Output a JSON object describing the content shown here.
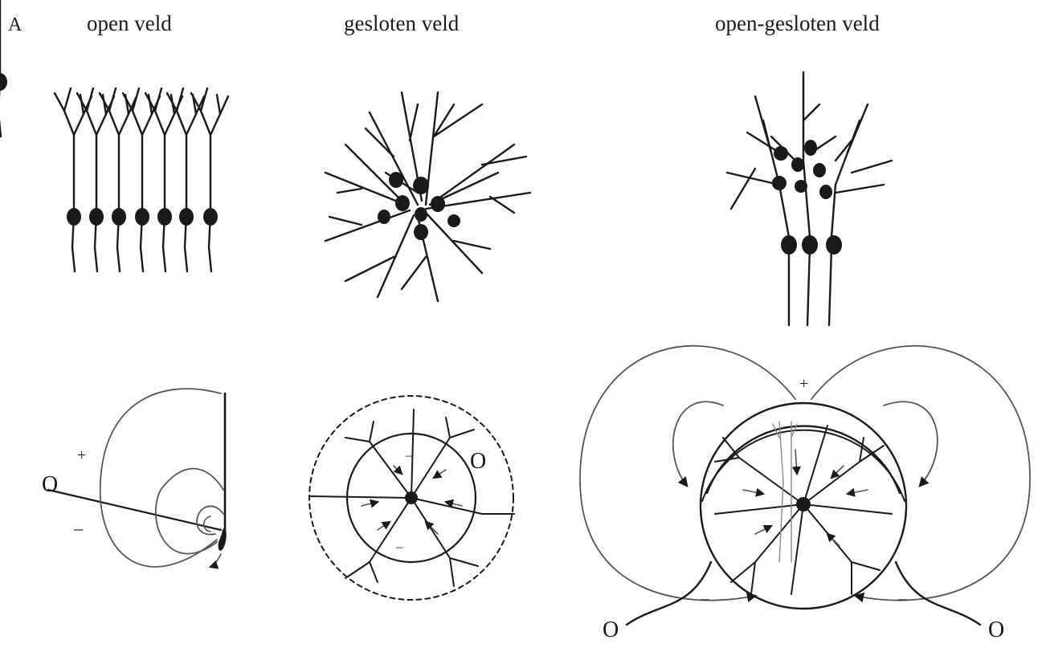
{
  "panel_letter": "A",
  "columns": {
    "open": {
      "title": "open veld"
    },
    "closed": {
      "title": "gesloten veld"
    },
    "open_closed": {
      "title": "open-gesloten veld"
    }
  },
  "annotations": {
    "observer": "O",
    "plus": "+",
    "minus": "–"
  },
  "colors": {
    "ink": "#1a1a1a",
    "field_line": "#555555",
    "background": "#ffffff"
  }
}
